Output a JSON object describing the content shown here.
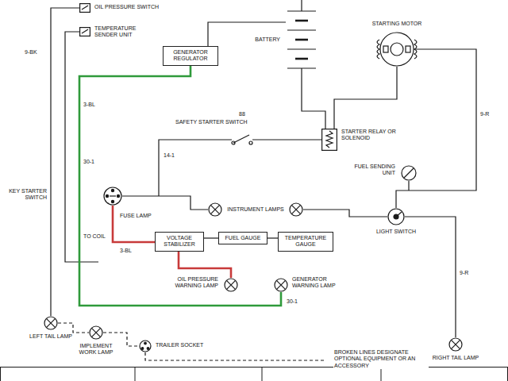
{
  "diagram": {
    "nodes": [
      {
        "text": [
          "OIL PRESSURE SWITCH"
        ]
      },
      {
        "text": [
          "TEMPERATURE SENDER UNIT"
        ]
      },
      {
        "text": [
          "GENERATOR REGULATOR"
        ]
      },
      {
        "text": [
          "BATTERY"
        ]
      },
      {
        "text": [
          "STARTING MOTOR"
        ]
      },
      {
        "text": [
          "SAFETY STARTER SWITCH"
        ]
      },
      {
        "text": [
          "STARTER RELAY OR SOLENOID"
        ]
      },
      {
        "text": [
          "FUEL SENDING UNIT"
        ]
      },
      {
        "text": [
          "KEY STARTER SWITCH"
        ]
      },
      {
        "text": [
          "INSTRUMENT LAMPS"
        ]
      },
      {
        "text": [
          "VOLTAGE STABILIZER"
        ]
      },
      {
        "text": [
          "FUEL GAUGE"
        ]
      },
      {
        "text": [
          "TEMPERATURE GAUGE"
        ]
      },
      {
        "text": [
          "LIGHT SWITCH"
        ]
      },
      {
        "text": [
          "OIL PRESSURE WARNING LAMP"
        ]
      },
      {
        "text": [
          "GENERATOR WARNING LAMP"
        ]
      },
      {
        "text": [
          "LEFT TAIL LAMP"
        ]
      },
      {
        "text": [
          "IMPLEMENT WORK LAMP"
        ]
      },
      {
        "text": [
          "TRAILER SOCKET"
        ]
      },
      {
        "text": [
          "RIGHT TAIL LAMP"
        ]
      }
    ],
    "edges": [
      {
        "from": 2,
        "to": 15,
        "arrow": "none"
      },
      {
        "from": 8,
        "to": 10,
        "arrow": "none"
      },
      {
        "from": 10,
        "to": 14,
        "arrow": "none"
      },
      {
        "from": 10,
        "to": 11,
        "arrow": "none"
      },
      {
        "from": 11,
        "to": 12,
        "arrow": "none"
      },
      {
        "from": 3,
        "to": 6,
        "arrow": "none"
      },
      {
        "from": 6,
        "to": 4,
        "arrow": "none"
      },
      {
        "from": 5,
        "to": 6,
        "arrow": "none"
      },
      {
        "from": 8,
        "to": 9,
        "arrow": "none"
      },
      {
        "from": 9,
        "to": 13,
        "arrow": "none"
      },
      {
        "from": 13,
        "to": 19,
        "arrow": "none"
      }
    ],
    "labels": [
      "9-BK",
      "3-BL",
      "88",
      "14-1",
      "30-1",
      "9-R",
      "FUSE LAMP",
      "TO COIL",
      "3-BL",
      "30-1",
      "9-R",
      "BROKEN LINES DESIGNATE OPTIONAL EQUIPMENT OR AN ACCESSORY"
    ]
  }
}
